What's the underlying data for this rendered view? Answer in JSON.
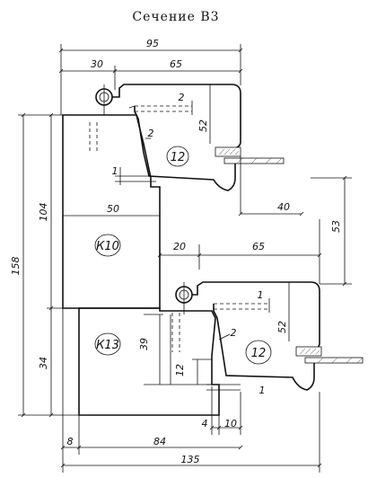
{
  "title": "Сечение В3",
  "labels": {
    "panel_upper": "12",
    "panel_lower": "12",
    "block_main": "К10",
    "block_lower": "К13"
  },
  "dimensions": {
    "d95": "95",
    "d30": "30",
    "d65_top": "65",
    "d2_a": "2",
    "d52_upper": "52",
    "d2_b": "2",
    "d1_a": "1",
    "d104": "104",
    "d50": "50",
    "d40": "40",
    "d53": "53",
    "d158": "158",
    "d20": "20",
    "d65_mid": "65",
    "d1_b": "1",
    "d52_lower": "52",
    "d2_c": "2",
    "d39": "39",
    "d34": "34",
    "d12": "12",
    "d1_c": "1",
    "d4": "4",
    "d10": "10",
    "d8": "8",
    "d84": "84",
    "d135": "135"
  }
}
